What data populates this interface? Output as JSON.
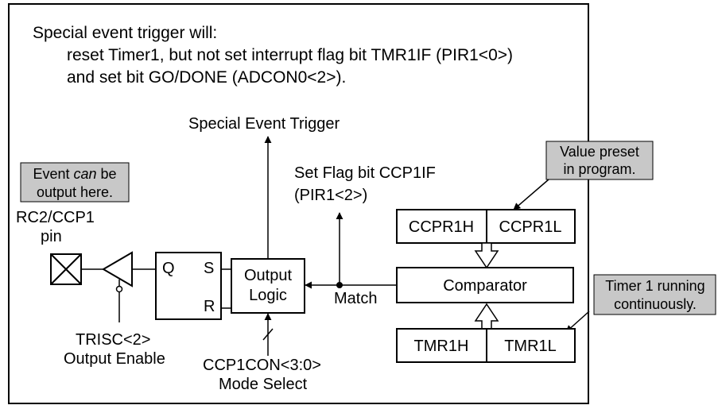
{
  "header": {
    "line1": "Special event trigger will:",
    "line2": "reset Timer1, but not set interrupt flag bit TMR1IF (PIR1<0>)",
    "line3": "and set bit GO/DONE (ADCON0<2>)."
  },
  "labels": {
    "special_event_trigger": "Special Event Trigger",
    "set_flag_line1": "Set Flag bit CCP1IF",
    "set_flag_line2": "(PIR1<2>)",
    "pin_line1": "RC2/CCP1",
    "pin_line2": "pin",
    "trisc_line1": "TRISC<2>",
    "trisc_line2": "Output Enable",
    "mode_line1": "CCP1CON<3:0>",
    "mode_line2": "Mode Select",
    "match": "Match"
  },
  "callouts": {
    "event_output": {
      "prefix": "Event ",
      "emphasis": "can",
      "suffix": " be",
      "line2": "output here."
    },
    "value_preset": {
      "line1": "Value preset",
      "line2": "in program."
    },
    "timer_running": {
      "line1": "Timer 1 running",
      "line2": "continuously."
    }
  },
  "blocks": {
    "latch": {
      "q": "Q",
      "s": "S",
      "r": "R"
    },
    "output_logic": {
      "line1": "Output",
      "line2": "Logic"
    },
    "ccpr1h": "CCPR1H",
    "ccpr1l": "CCPR1L",
    "comparator": "Comparator",
    "tmr1h": "TMR1H",
    "tmr1l": "TMR1L"
  },
  "colors": {
    "ink": "#000000",
    "callout_fill": "#c8c8c8",
    "background": "#ffffff"
  }
}
